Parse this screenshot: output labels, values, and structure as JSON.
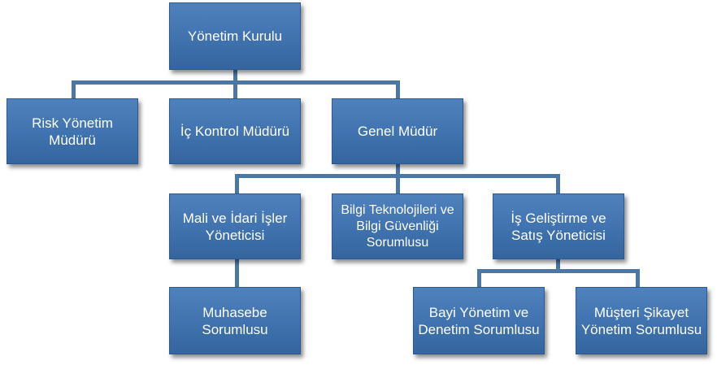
{
  "nodes": {
    "board": {
      "label": "Yönetim Kurulu"
    },
    "risk": {
      "label": "Risk Yönetim Müdürü"
    },
    "internal_control": {
      "label": "İç Kontrol Müdürü"
    },
    "general_manager": {
      "label": "Genel Müdür"
    },
    "finance_admin": {
      "label": "Mali ve İdari İşler Yöneticisi"
    },
    "it_security": {
      "label": "Bilgi Teknolojileri ve Bilgi Güvenliği Sorumlusu"
    },
    "business_dev": {
      "label": "İş Geliştirme ve Satış Yöneticisi"
    },
    "accounting": {
      "label": "Muhasebe Sorumlusu"
    },
    "dealer_mgmt": {
      "label": "Bayi Yönetim ve Denetim Sorumlusu"
    },
    "complaints": {
      "label": "Müşteri Şikayet Yönetim Sorumlusu"
    }
  },
  "colors": {
    "node_fill": "#3f72ae",
    "node_border": "#2c5a8f",
    "connector": "#4a76a8",
    "text": "#ffffff"
  }
}
